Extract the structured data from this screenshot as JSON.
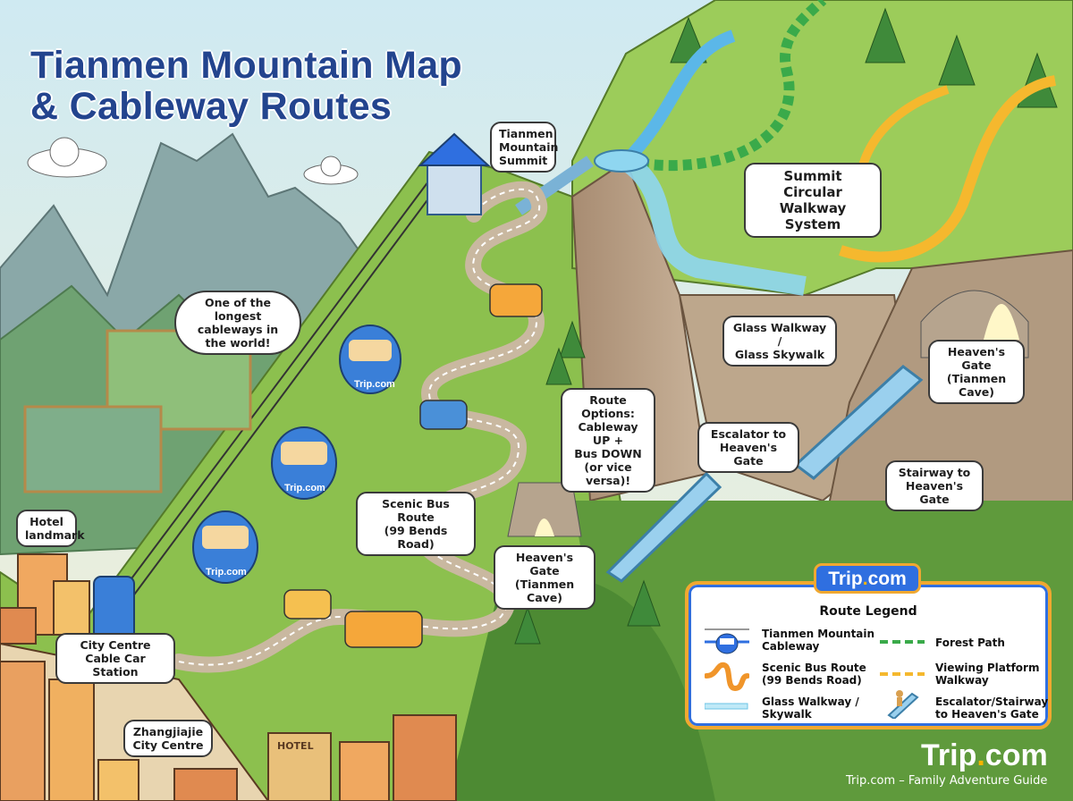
{
  "title": {
    "line1": "Tianmen Mountain Map",
    "line2": "& Cableway Routes"
  },
  "labels": {
    "summit": [
      "Tianmen",
      "Mountain",
      "Summit"
    ],
    "circular_walkway": [
      "Summit Circular",
      "Walkway System"
    ],
    "longest_cableway": [
      "One of the longest",
      "cableways in",
      "the world!"
    ],
    "glass_walkway": [
      "Glass Walkway /",
      "Glass Skywalk"
    ],
    "heavens_gate_upper": [
      "Heaven's Gate",
      "(Tianmen Cave)"
    ],
    "route_options": [
      "Route Options:",
      "Cableway UP +",
      "Bus DOWN",
      "(or vice versa)!"
    ],
    "escalator": [
      "Escalator to",
      "Heaven's Gate"
    ],
    "stairway": [
      "Stairway to",
      "Heaven's Gate"
    ],
    "bus_route": [
      "Scenic Bus Route",
      "(99 Bends Road)"
    ],
    "heavens_gate_lower": [
      "Heaven's Gate",
      "(Tianmen Cave)"
    ],
    "hotel": [
      "Hotel",
      "landmark"
    ],
    "station": [
      "City Centre",
      "Cable Car Station"
    ],
    "city": [
      "Zhangjiajie",
      "City Centre"
    ]
  },
  "gondola_brand": "Trip.com",
  "building_signs": [
    "HOTEL"
  ],
  "legend": {
    "badge": {
      "name": "Trip",
      "dot": ".",
      "suffix": "com"
    },
    "title": "Route Legend",
    "items": [
      {
        "icon": "cable-car-icon",
        "label": [
          "Tianmen Mountain",
          "Cableway"
        ],
        "color": "#2f6fe0"
      },
      {
        "icon": "winding-road-icon",
        "label": [
          "Scenic Bus Route",
          "(99 Bends Road)"
        ],
        "color": "#f0952a"
      },
      {
        "icon": "glass-walkway-icon",
        "label": [
          "Glass Walkway /",
          "Skywalk"
        ],
        "color": "#8fd6f0"
      },
      {
        "icon": "dashed-line-icon",
        "label": [
          "Forest Path"
        ],
        "color": "#3aaa4a"
      },
      {
        "icon": "dashed-line-icon",
        "label": [
          "Viewing Platform",
          "Walkway"
        ],
        "color": "#f5b82e"
      },
      {
        "icon": "escalator-icon",
        "label": [
          "Escalator/Stairway",
          "to Heaven's Gate"
        ],
        "color": "#9ad0ee"
      }
    ]
  },
  "footer": {
    "brand_name": "Trip",
    "brand_dot": ".",
    "brand_suffix": "com",
    "caption": "Trip.com – Family Adventure Guide"
  },
  "colors": {
    "title": "#23448e",
    "brand_blue": "#2f6fe0",
    "brand_yellow": "#f5b400",
    "legend_border": "#f0a830"
  }
}
